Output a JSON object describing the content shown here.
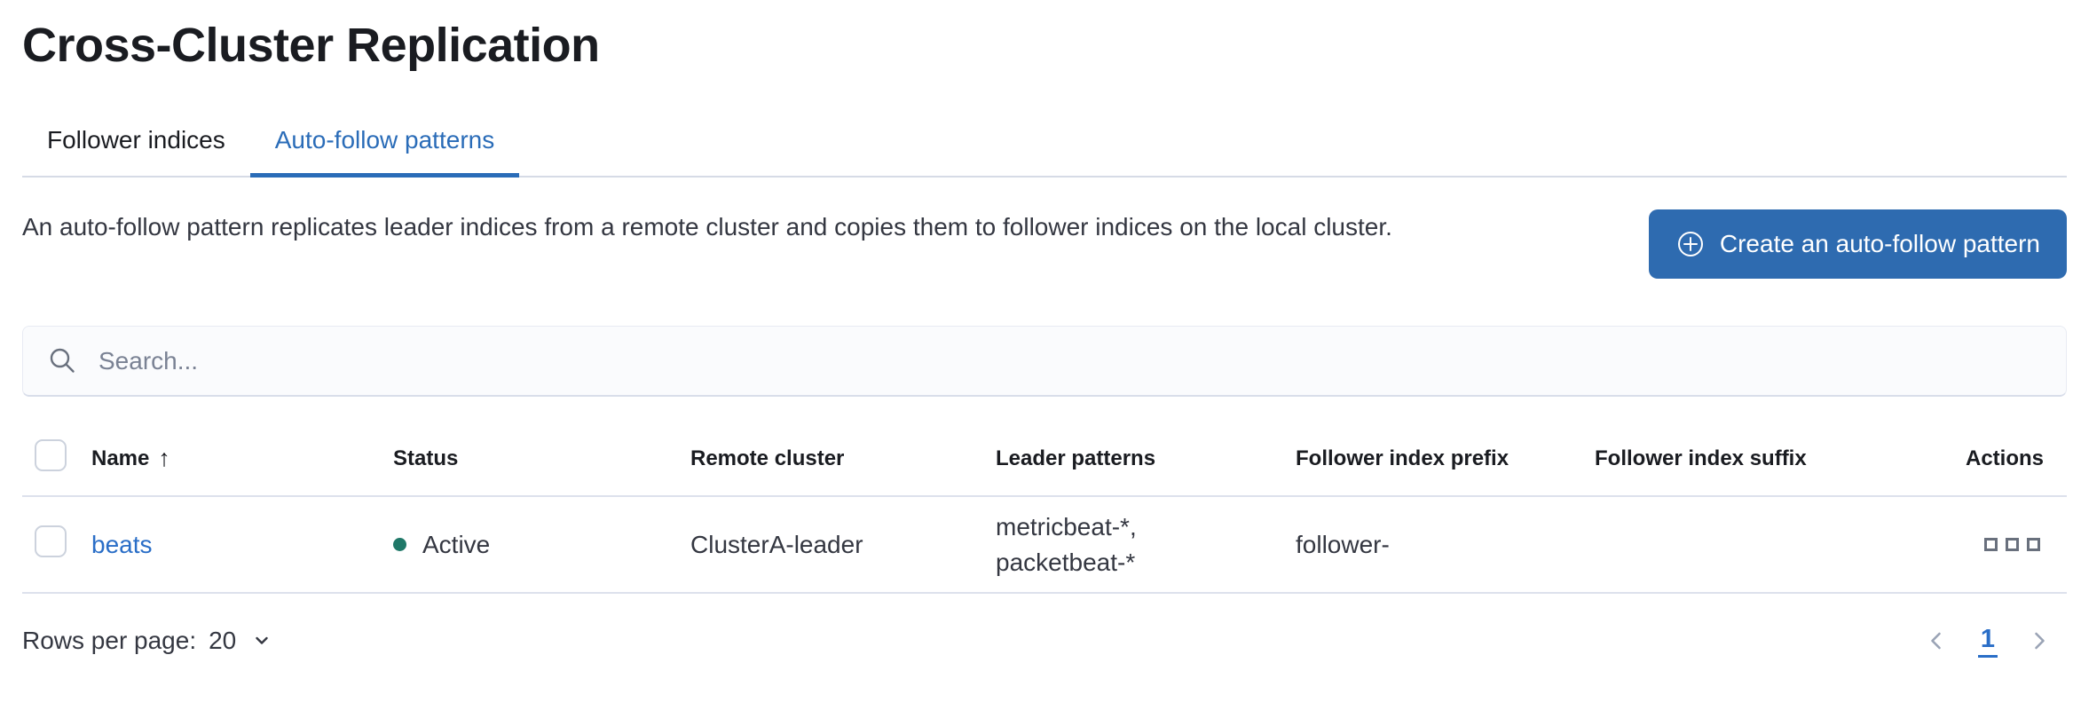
{
  "page": {
    "title": "Cross-Cluster Replication"
  },
  "tabs": [
    {
      "label": "Follower indices",
      "active": false
    },
    {
      "label": "Auto-follow patterns",
      "active": true
    }
  ],
  "header": {
    "description": "An auto-follow pattern replicates leader indices from a remote cluster and copies them to follower indices on the local cluster.",
    "create_button": {
      "label": "Create an auto-follow pattern",
      "icon": "plus-in-circle-icon"
    }
  },
  "search": {
    "placeholder": "Search...",
    "icon": "magnifier-icon",
    "value": ""
  },
  "table": {
    "headers": {
      "name": "Name",
      "status": "Status",
      "remote_cluster": "Remote cluster",
      "leader_patterns": "Leader patterns",
      "follower_index_prefix": "Follower index prefix",
      "follower_index_suffix": "Follower index suffix",
      "actions": "Actions"
    },
    "sort": {
      "column": "Name",
      "direction": "ascending",
      "arrow": "↑"
    },
    "rows": [
      {
        "name": "beats",
        "status": "Active",
        "status_color": "#1f7868",
        "remote_cluster": "ClusterA-leader",
        "leader_patterns": [
          "metricbeat-*,",
          "packetbeat-*"
        ],
        "follower_index_prefix": "follower-",
        "follower_index_suffix": "",
        "actions_icon": "boxes-horizontal-icon"
      }
    ]
  },
  "pagination": {
    "rows_per_page_label": "Rows per page:",
    "rows_per_page_value": "20",
    "current_page": "1",
    "prev_icon": "chevron-left-icon",
    "next_icon": "chevron-right-icon"
  },
  "colors": {
    "primary_blue": "#2e6bb0",
    "tab_active_blue": "#2a6cb8",
    "link_blue": "#2a6ec7",
    "success_green": "#1f7868",
    "text_dark": "#1a1c21",
    "text_body": "#343741",
    "text_muted": "#69707d",
    "divider": "#dde1ec",
    "disabled_chevron": "#9aa3b5"
  }
}
